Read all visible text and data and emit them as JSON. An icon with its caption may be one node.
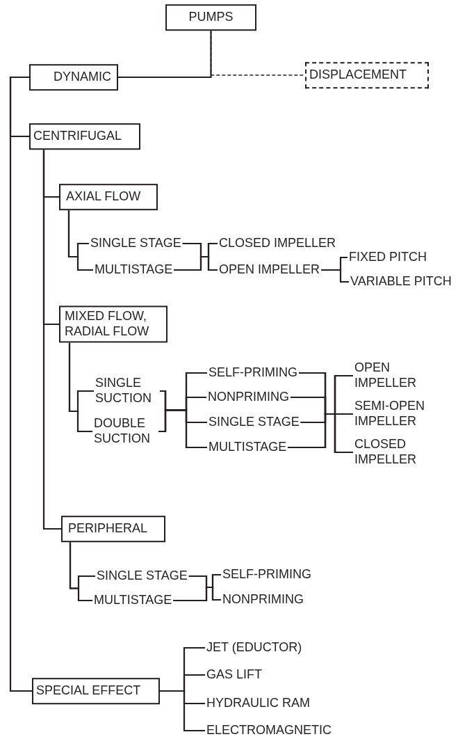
{
  "diagram": {
    "nodes": [
      {
        "text": [
          "PUMPS"
        ]
      },
      {
        "text": [
          "DYNAMIC"
        ]
      },
      {
        "text": [
          "DISPLACEMENT"
        ]
      },
      {
        "text": [
          "CENTRIFUGAL"
        ]
      },
      {
        "text": [
          "AXIAL FLOW"
        ]
      },
      {
        "text": [
          "SINGLE STAGE"
        ]
      },
      {
        "text": [
          "MULTISTAGE"
        ]
      },
      {
        "text": [
          "CLOSED IMPELLER"
        ]
      },
      {
        "text": [
          "OPEN IMPELLER"
        ]
      },
      {
        "text": [
          "FIXED PITCH"
        ]
      },
      {
        "text": [
          "VARIABLE PITCH"
        ]
      },
      {
        "text": [
          "MIXED FLOW, RADIAL FLOW"
        ]
      },
      {
        "text": [
          "SINGLE SUCTION"
        ]
      },
      {
        "text": [
          "DOUBLE SUCTION"
        ]
      },
      {
        "text": [
          "SELF-PRIMING"
        ]
      },
      {
        "text": [
          "NONPRIMING"
        ]
      },
      {
        "text": [
          "SINGLE STAGE"
        ]
      },
      {
        "text": [
          "MULTISTAGE"
        ]
      },
      {
        "text": [
          "OPEN IMPELLER"
        ]
      },
      {
        "text": [
          "SEMI-OPEN IMPELLER"
        ]
      },
      {
        "text": [
          "CLOSED IMPELLER"
        ]
      },
      {
        "text": [
          "PERIPHERAL"
        ]
      },
      {
        "text": [
          "SINGLE STAGE"
        ]
      },
      {
        "text": [
          "MULTISTAGE"
        ]
      },
      {
        "text": [
          "SELF-PRIMING"
        ]
      },
      {
        "text": [
          "NONPRIMING"
        ]
      },
      {
        "text": [
          "SPECIAL EFFECT"
        ]
      },
      {
        "text": [
          "JET (EDUCTOR)"
        ]
      },
      {
        "text": [
          "GAS LIFT"
        ]
      },
      {
        "text": [
          "HYDRAULIC RAM"
        ]
      },
      {
        "text": [
          "ELECTROMAGNETIC"
        ]
      }
    ],
    "edges": [
      {
        "from": 0,
        "to": 1,
        "arrow": "none"
      },
      {
        "from": 0,
        "to": 2,
        "arrow": "none",
        "style": "dashed"
      },
      {
        "from": 1,
        "to": 3,
        "arrow": "none"
      },
      {
        "from": 1,
        "to": 26,
        "arrow": "none"
      },
      {
        "from": 3,
        "to": 4,
        "arrow": "none"
      },
      {
        "from": 3,
        "to": 11,
        "arrow": "none"
      },
      {
        "from": 3,
        "to": 21,
        "arrow": "none"
      },
      {
        "from": 4,
        "to": 5,
        "arrow": "none"
      },
      {
        "from": 4,
        "to": 6,
        "arrow": "none"
      },
      {
        "from": 5,
        "to": 7,
        "arrow": "none"
      },
      {
        "from": 5,
        "to": 8,
        "arrow": "none"
      },
      {
        "from": 6,
        "to": 7,
        "arrow": "none"
      },
      {
        "from": 6,
        "to": 8,
        "arrow": "none"
      },
      {
        "from": 8,
        "to": 9,
        "arrow": "none"
      },
      {
        "from": 8,
        "to": 10,
        "arrow": "none"
      },
      {
        "from": 11,
        "to": 12,
        "arrow": "none"
      },
      {
        "from": 11,
        "to": 13,
        "arrow": "none"
      },
      {
        "from": 12,
        "to": 14,
        "arrow": "none"
      },
      {
        "from": 12,
        "to": 15,
        "arrow": "none"
      },
      {
        "from": 12,
        "to": 16,
        "arrow": "none"
      },
      {
        "from": 12,
        "to": 17,
        "arrow": "none"
      },
      {
        "from": 13,
        "to": 14,
        "arrow": "none"
      },
      {
        "from": 13,
        "to": 15,
        "arrow": "none"
      },
      {
        "from": 13,
        "to": 16,
        "arrow": "none"
      },
      {
        "from": 13,
        "to": 17,
        "arrow": "none"
      },
      {
        "from": 14,
        "to": 18,
        "arrow": "none"
      },
      {
        "from": 14,
        "to": 19,
        "arrow": "none"
      },
      {
        "from": 14,
        "to": 20,
        "arrow": "none"
      },
      {
        "from": 15,
        "to": 18,
        "arrow": "none"
      },
      {
        "from": 15,
        "to": 19,
        "arrow": "none"
      },
      {
        "from": 15,
        "to": 20,
        "arrow": "none"
      },
      {
        "from": 16,
        "to": 18,
        "arrow": "none"
      },
      {
        "from": 16,
        "to": 19,
        "arrow": "none"
      },
      {
        "from": 16,
        "to": 20,
        "arrow": "none"
      },
      {
        "from": 17,
        "to": 18,
        "arrow": "none"
      },
      {
        "from": 17,
        "to": 19,
        "arrow": "none"
      },
      {
        "from": 17,
        "to": 20,
        "arrow": "none"
      },
      {
        "from": 21,
        "to": 22,
        "arrow": "none"
      },
      {
        "from": 21,
        "to": 23,
        "arrow": "none"
      },
      {
        "from": 22,
        "to": 24,
        "arrow": "none"
      },
      {
        "from": 22,
        "to": 25,
        "arrow": "none"
      },
      {
        "from": 23,
        "to": 24,
        "arrow": "none"
      },
      {
        "from": 23,
        "to": 25,
        "arrow": "none"
      },
      {
        "from": 26,
        "to": 27,
        "arrow": "none"
      },
      {
        "from": 26,
        "to": 28,
        "arrow": "none"
      },
      {
        "from": 26,
        "to": 29,
        "arrow": "none"
      },
      {
        "from": 26,
        "to": 30,
        "arrow": "none"
      }
    ]
  }
}
